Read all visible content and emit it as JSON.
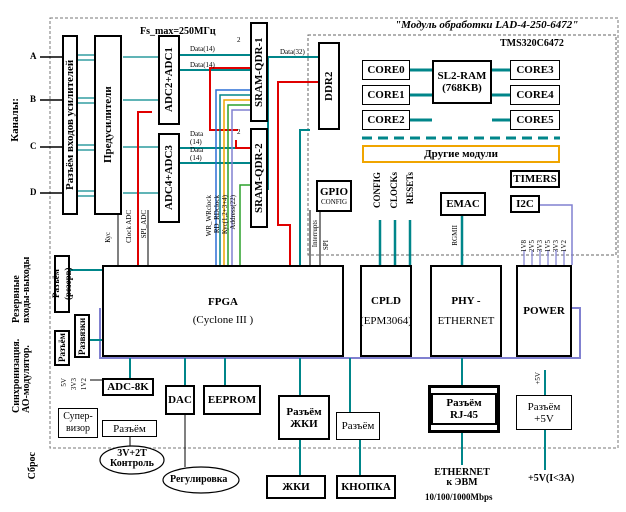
{
  "title": "\"Модуль обработки LAD-4-250-6472\"",
  "fs_max": "Fs_max=250МГц",
  "left_labels": {
    "channels": "Каналы:",
    "reserve_io": "Резервные входы-выходы",
    "sync": "Синхронизация. АО-модулятор.",
    "reset": "Сброс"
  },
  "channel_letters": [
    "A",
    "B",
    "C",
    "D"
  ],
  "blocks": {
    "amp_input": "Разъём входов усилителей",
    "dividers": "Предусилители",
    "adc12": "ADC2+ADC1",
    "adc34": "ADC4+ADC3",
    "sram1": "SRAM-QDR-1",
    "sram2": "SRAM-QDR-2",
    "tms": "TMS320C6472",
    "ddr2": "DDR2",
    "core0": "CORE0",
    "core1": "CORE1",
    "core2": "CORE2",
    "core3": "CORE3",
    "core4": "CORE4",
    "core5": "CORE5",
    "sl2_ram": "SL2-RAM",
    "sl2_ram_size": "(768KB)",
    "other_modules": "Другие модули",
    "gpio": "GPIO",
    "gpio_config": "CONFIG",
    "config": "CONFIG",
    "clocks": "CLOCKs",
    "resets": "RESETs",
    "emac": "EMAC",
    "timers": "TIMERS",
    "i2c": "I2C",
    "fpga": "FPGA",
    "fpga_sub": "(Cyclone III )",
    "cpld": "CPLD",
    "cpld_sub": "(EPM3064)",
    "phy": "PHY -",
    "phy_sub": "ETHERNET",
    "power": "POWER",
    "reserve_conn": "Разъём (резерв)",
    "sync_conn": "Разъём",
    "sync_link": "Развязки",
    "adc8k": "ADC-8K",
    "supervisor": "Супер- визор",
    "conn_small": "Разъём",
    "dac": "DAC",
    "eeprom": "EEPROM",
    "lcd_conn": "Разъём ЖКИ",
    "btn_conn": "Разъём",
    "rj45": "Разъём RJ-45",
    "pwr_conn": "Разъём +5V",
    "lcd": "ЖКИ",
    "button": "КНОПКА"
  },
  "ellipses": {
    "control": "3V+2T Контроль",
    "regulation": "Регулировка"
  },
  "signals": {
    "data14_a": "Data(14)",
    "data14_b": "Data(14)",
    "data_c": "Data",
    "data14_c": "(14)",
    "data14_d": "Data",
    "data14_e": "(14)",
    "data32": "Data(32)",
    "two_a": "2",
    "two_b": "2",
    "clock_adc": "Clock ADC",
    "spi_adc": "SPI_ADC",
    "kus": "Кус",
    "wr_wr": "WR_WRclock",
    "rd_rd": "RD_RDclock",
    "kus_all": "Кус(1,2+3+4)",
    "address": "Address(22)",
    "interrupts": "Interrupts",
    "spi": "SPI",
    "rgmii": "RGMII",
    "plus5v": "+5V",
    "v_labels": [
      "1V8",
      "2V5",
      "3V3",
      "1V5",
      "3V3",
      "1V2"
    ],
    "adc_v": [
      "5V",
      "3V3",
      "1V2"
    ],
    "ethernet": "ETHERNET к ЭВМ",
    "speed": "10/100/1000Mbps",
    "power_in": "+5V(I<3A)"
  },
  "colors": {
    "teal": "#00868a",
    "red": "#e00000",
    "blue": "#2b6fd6",
    "orange": "#f0a500",
    "green": "#2ca02c",
    "purple": "#8080d0",
    "dash": "#00868a"
  }
}
